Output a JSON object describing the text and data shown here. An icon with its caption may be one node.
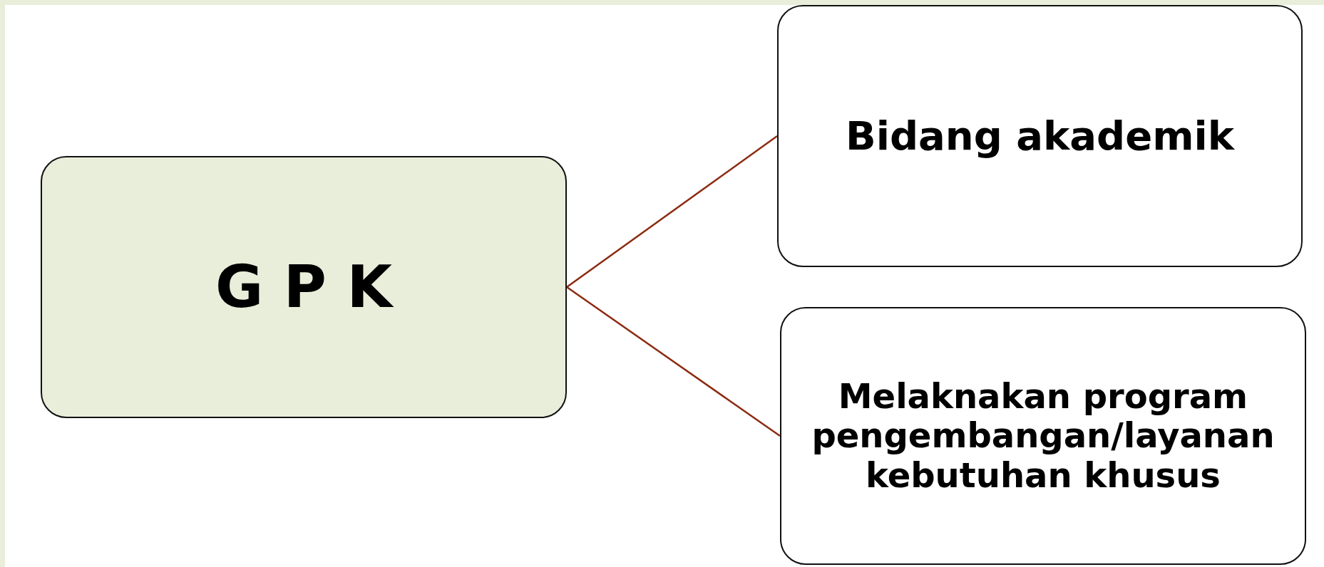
{
  "diagram": {
    "nodes": [
      {
        "text": [
          "G P K"
        ]
      },
      {
        "text": [
          "Bidang akademik"
        ]
      },
      {
        "text": [
          "Melaknakan program pengembangan/layanan kebutuhan khusus"
        ]
      }
    ],
    "edges": [
      {
        "from": 0,
        "to": 1,
        "arrow": "none"
      },
      {
        "from": 0,
        "to": 2,
        "arrow": "none"
      }
    ]
  }
}
